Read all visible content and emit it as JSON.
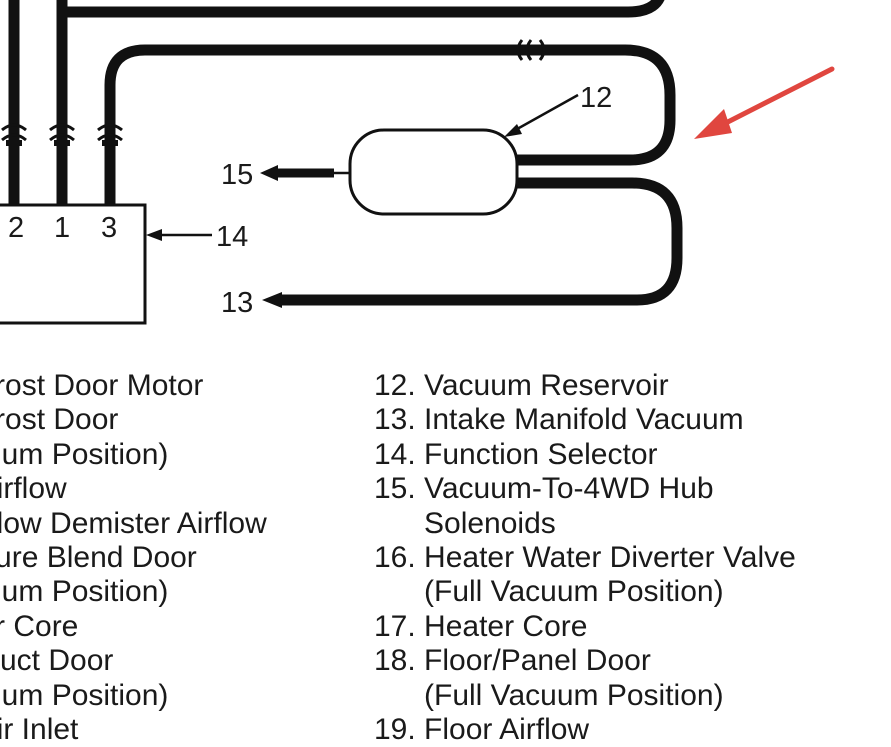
{
  "callouts": {
    "port_2": "2",
    "port_1": "1",
    "port_3": "3",
    "ref_12": "12",
    "ref_15": "15",
    "ref_14": "14",
    "ref_13": "13"
  },
  "legend_left": [
    "efrost Door Motor",
    "efrost Door",
    "cuum Position)",
    " Airflow",
    "ndow Demister Airflow",
    "ature Blend Door",
    "cuum Position)",
    "tor Core",
    " Duct Door",
    "cuum Position)",
    " Air Inlet"
  ],
  "legend_right": [
    "12. Vacuum Reservoir",
    "13. Intake Manifold Vacuum",
    "14. Function Selector",
    "15. Vacuum-To-4WD Hub",
    "      Solenoids",
    "16. Heater Water Diverter Valve",
    "      (Full Vacuum Position)",
    "17. Heater Core",
    "18. Floor/Panel Door",
    "      (Full Vacuum Position)",
    "19. Floor Airflow"
  ],
  "colors": {
    "line": "#111111",
    "annotation_arrow": "#e0463f"
  },
  "icons": {
    "annotation": "red-arrow-icon"
  }
}
